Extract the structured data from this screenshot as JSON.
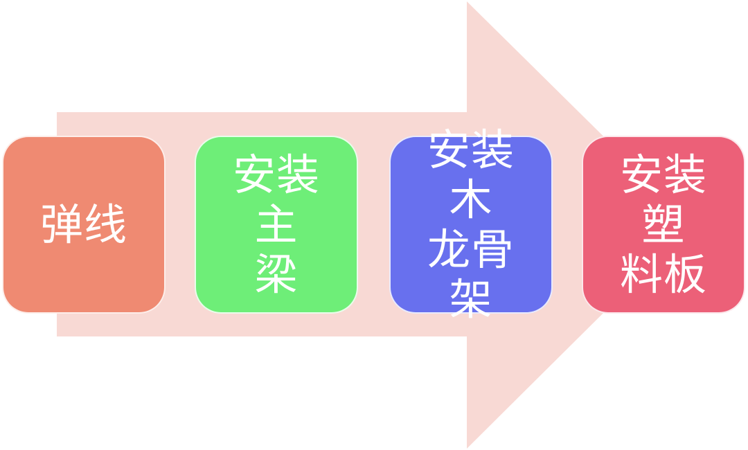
{
  "diagram": {
    "type": "process-flow",
    "arrow": {
      "color": "#f8d9d4"
    },
    "steps": [
      {
        "label": "弹线",
        "color": "#ef8a72"
      },
      {
        "label": "安装主\n梁",
        "color": "#6eee78"
      },
      {
        "label": "安装木\n龙骨架",
        "color": "#6870ee"
      },
      {
        "label": "安装塑\n料板",
        "color": "#ec6078"
      }
    ]
  }
}
